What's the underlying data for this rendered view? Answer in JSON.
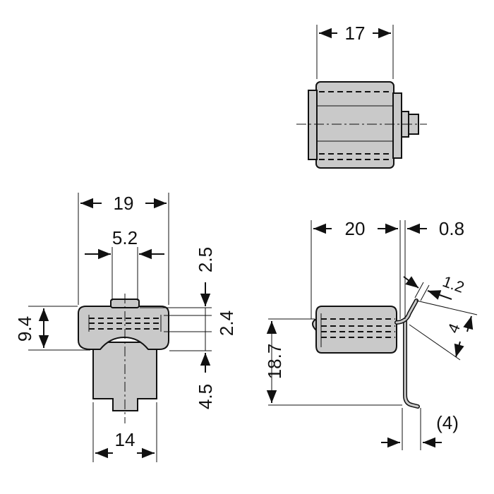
{
  "dimensions": {
    "top_width": "17",
    "front_width": "19",
    "front_slot": "5.2",
    "front_height": "9.4",
    "front_top_gap": "2.5",
    "front_thickness": "2.4",
    "front_lower": "4.5",
    "front_base": "14",
    "side_length": "20",
    "side_gap": "0.8",
    "side_bend": "1.2",
    "side_depth": "4",
    "side_height": "18.7",
    "side_foot": "(4)"
  },
  "colors": {
    "part_fill": "#c9c9c9",
    "line": "#111111"
  }
}
